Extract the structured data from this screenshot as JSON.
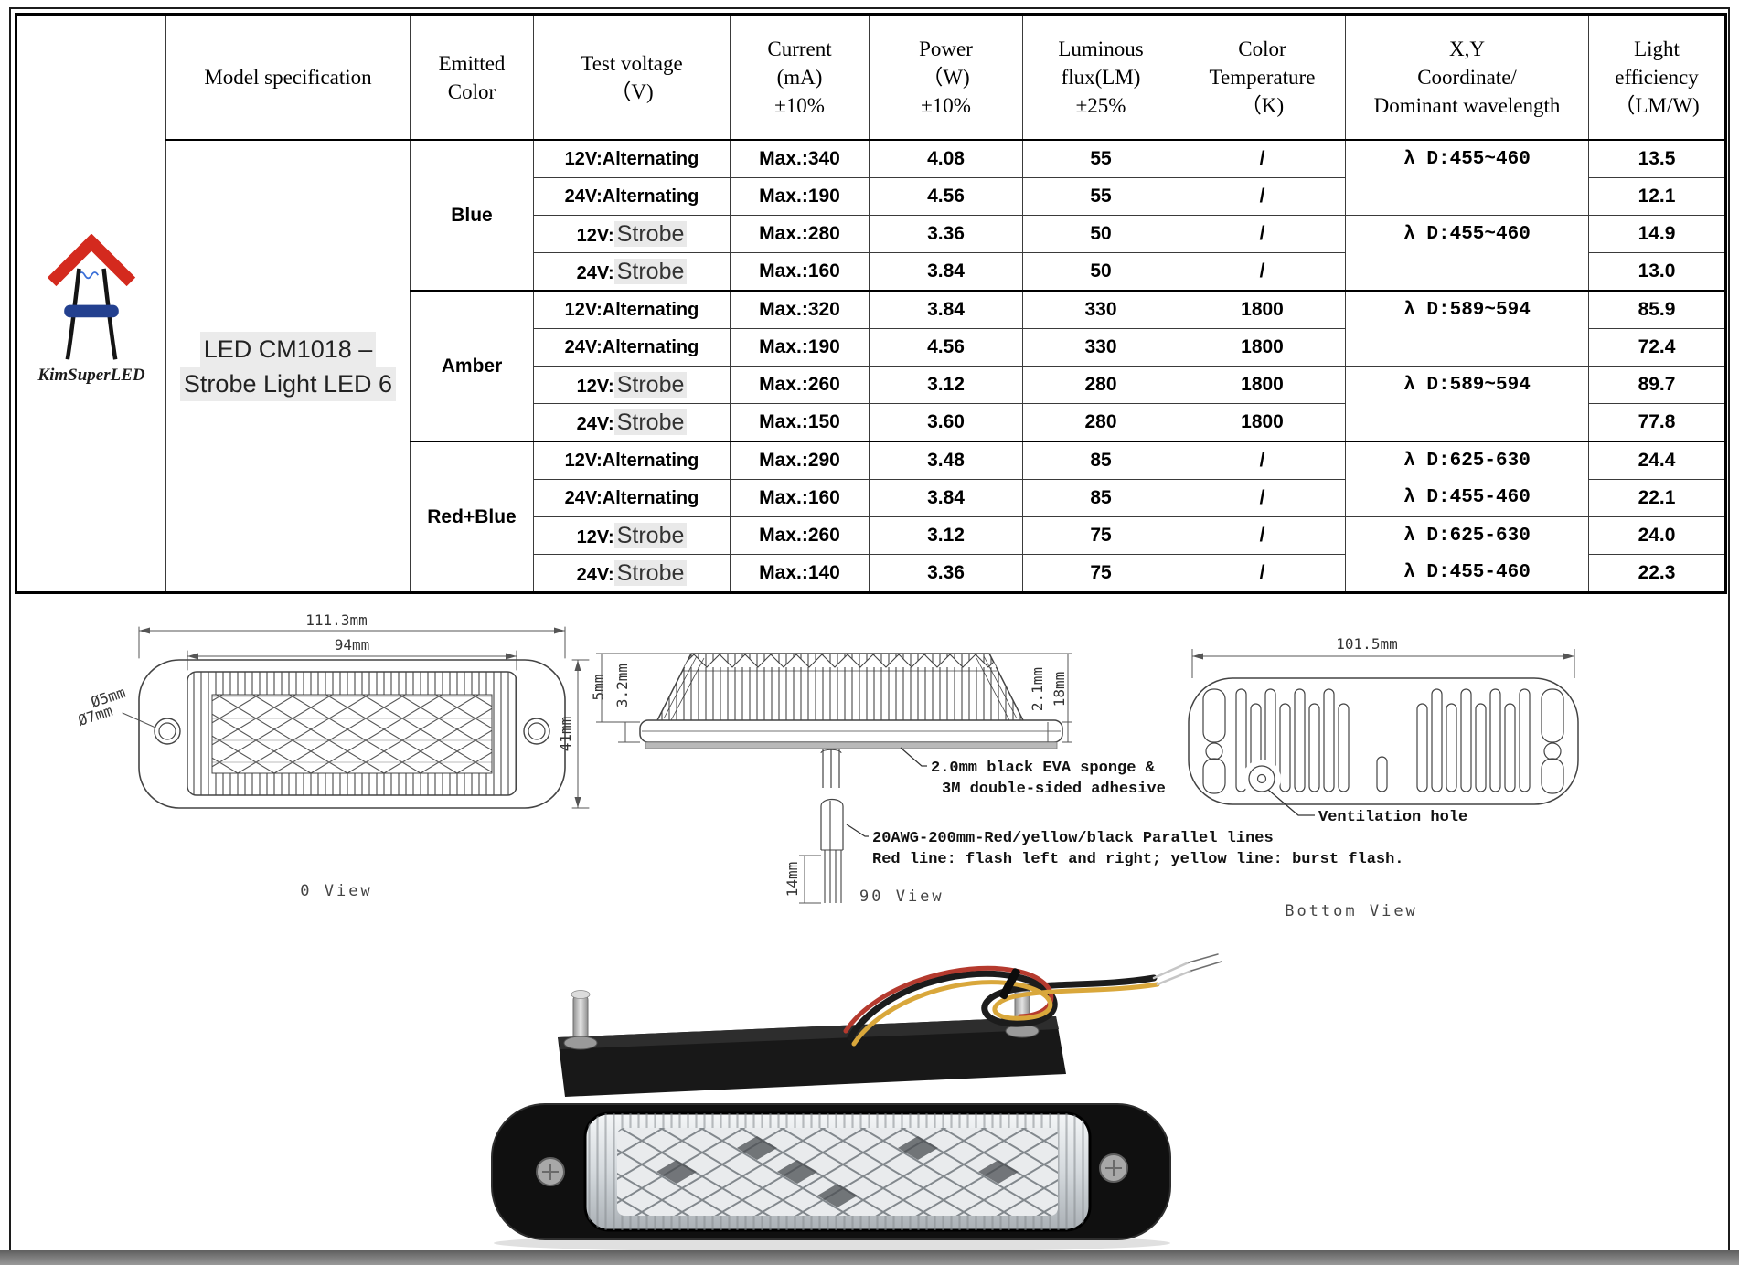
{
  "brand": {
    "name": "KimSuperLED"
  },
  "table": {
    "headers": {
      "model": "Model specification",
      "emitted": [
        "Emitted",
        "Color"
      ],
      "voltage": [
        "Test voltage",
        "（V)"
      ],
      "current": [
        "Current",
        "(mA)",
        "±10%"
      ],
      "power": [
        "Power",
        "（W)",
        "±10%"
      ],
      "flux": [
        "Luminous",
        "flux(LM)",
        "±25%"
      ],
      "temp": [
        "Color",
        "Temperature",
        "（K)"
      ],
      "xy": [
        "X,Y",
        "Coordinate/",
        "Dominant wavelength"
      ],
      "eff": [
        "Light",
        "efficiency",
        "（LM/W)"
      ]
    },
    "model_line1": "LED CM1018 –",
    "model_line2": "Strobe Light LED 6",
    "groups": [
      {
        "color": "Blue"
      },
      {
        "color": "Amber"
      },
      {
        "color": "Red+Blue"
      }
    ],
    "rows": [
      {
        "v": "12V:",
        "mode": "Alternating",
        "current": "Max.:340",
        "power": "4.08",
        "flux": "55",
        "temp": "/",
        "eff": "13.5"
      },
      {
        "v": "24V:",
        "mode": "Alternating",
        "current": "Max.:190",
        "power": "4.56",
        "flux": "55",
        "temp": "/",
        "eff": "12.1"
      },
      {
        "v": "12V:",
        "mode": "Strobe",
        "current": "Max.:280",
        "power": "3.36",
        "flux": "50",
        "temp": "/",
        "eff": "14.9"
      },
      {
        "v": "24V:",
        "mode": "Strobe",
        "current": "Max.:160",
        "power": "3.84",
        "flux": "50",
        "temp": "/",
        "eff": "13.0"
      },
      {
        "v": "12V:",
        "mode": "Alternating",
        "current": "Max.:320",
        "power": "3.84",
        "flux": "330",
        "temp": "1800",
        "eff": "85.9"
      },
      {
        "v": "24V:",
        "mode": "Alternating",
        "current": "Max.:190",
        "power": "4.56",
        "flux": "330",
        "temp": "1800",
        "eff": "72.4"
      },
      {
        "v": "12V:",
        "mode": "Strobe",
        "current": "Max.:260",
        "power": "3.12",
        "flux": "280",
        "temp": "1800",
        "eff": "89.7"
      },
      {
        "v": "24V:",
        "mode": "Strobe",
        "current": "Max.:150",
        "power": "3.60",
        "flux": "280",
        "temp": "1800",
        "eff": "77.8"
      },
      {
        "v": "12V:",
        "mode": "Alternating",
        "current": "Max.:290",
        "power": "3.48",
        "flux": "85",
        "temp": "/",
        "eff": "24.4"
      },
      {
        "v": "24V:",
        "mode": "Alternating",
        "current": "Max.:160",
        "power": "3.84",
        "flux": "85",
        "temp": "/",
        "eff": "22.1"
      },
      {
        "v": "12V:",
        "mode": "Strobe",
        "current": "Max.:260",
        "power": "3.12",
        "flux": "75",
        "temp": "/",
        "eff": "24.0"
      },
      {
        "v": "24V:",
        "mode": "Strobe",
        "current": "Max.:140",
        "power": "3.36",
        "flux": "75",
        "temp": "/",
        "eff": "22.3"
      }
    ],
    "wavelengths": [
      {
        "lines": [
          "λ D:455~460"
        ]
      },
      {
        "lines": [
          "λ D:455~460"
        ]
      },
      {
        "lines": [
          "λ D:589~594"
        ]
      },
      {
        "lines": [
          "λ D:589~594"
        ]
      },
      {
        "lines": [
          "λ D:625-630",
          "λ D:455-460"
        ]
      },
      {
        "lines": [
          "λ D:625-630",
          "λ D:455-460"
        ]
      }
    ]
  },
  "drawings": {
    "front": {
      "dim_outer": "111.3mm",
      "dim_inner": "94mm",
      "dim_height": "41mm",
      "hole_dia_1": "Ø5mm",
      "hole_dia_2": "Ø7mm",
      "caption": "0 View"
    },
    "side": {
      "dim_lens": "5mm",
      "dim_base": "3.2mm",
      "dim_lip": "2.1mm",
      "dim_total": "18mm",
      "dim_wire": "14mm",
      "note_sponge_1": "2.0mm black EVA sponge &",
      "note_sponge_2": "3M double-sided adhesive",
      "note_wire_1": "20AWG-200mm-Red/yellow/black Parallel lines",
      "note_wire_2": "Red line: flash left and right; yellow line: burst flash.",
      "caption": "90 View"
    },
    "bottom": {
      "dim_width": "101.5mm",
      "note_vent": "Ventilation hole",
      "caption": "Bottom View"
    }
  }
}
